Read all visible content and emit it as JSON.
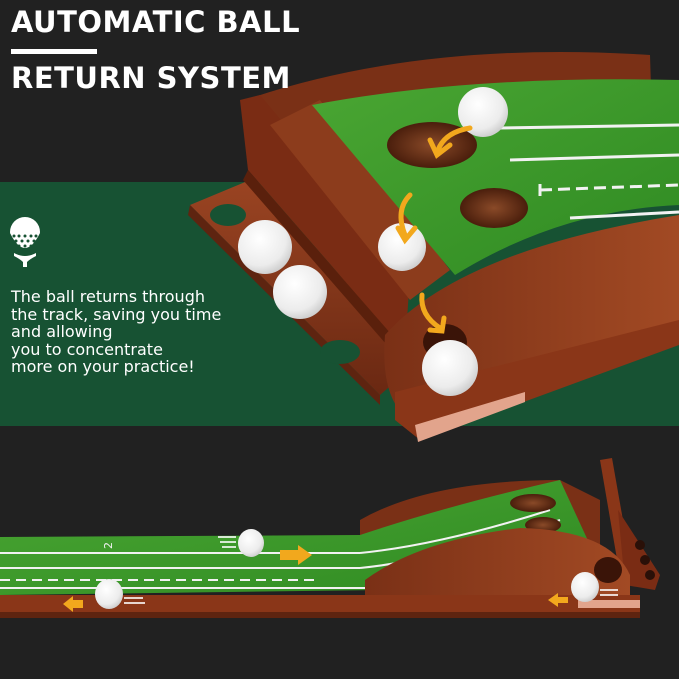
{
  "headline": {
    "line1": "AUTOMATIC BALL",
    "line2": "RETURN SYSTEM"
  },
  "feature": {
    "icon": "golf-ball-on-tee-icon",
    "description_lines": [
      "The ball returns through",
      "the track, saving you time",
      "and allowing",
      "you to concentrate",
      "more on your practice!"
    ]
  },
  "track_marking": {
    "distance_label": "2"
  },
  "colors": {
    "background_dark": "#212121",
    "band_green": "#175233",
    "turf_green": "#3f9a2c",
    "wood": "#8a3a1c",
    "wood_dark": "#5e2410",
    "arrow_orange": "#f2a81d",
    "ball_white": "#f4f4f4"
  }
}
